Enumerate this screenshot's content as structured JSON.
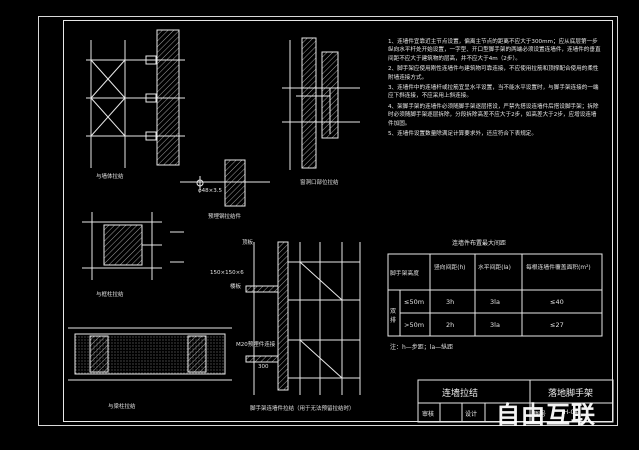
{
  "notes": [
    "1、连墙件宜靠近主节点设置，偏离主节点的距离不应大于300mm；应从底层第一步纵向水平杆处开始设置，一字型、开口型脚手架的两端必须设置连墙件，连墙件的垂直间距不应大于建筑物的层高，并不应大于4m（2步）。",
    "2、脚手架应使用刚性连墙件与建筑物可靠连接，不应使用拉筋和顶撑配合使用的柔性附墙连接方式。",
    "3、连墙件中的连墙杆或拉筋宜呈水平设置，当不能水平设置时，与脚手架连接的一端应下斜连接，不应采用上斜连接。",
    "4、架脚手架的连墙件必须随脚手架逐层搭设，严禁先搭设连墙件后搭设脚手架；拆除时必须随脚手架逐层拆除，分段拆除高差不应大于2步，如高差大于2步，应增设连墙件加固。",
    "5、连墙件设置数量除满足计算要求外，还应符合下表规定。"
  ],
  "labels": {
    "wall_tie_1": "与墙体拉结",
    "wall_tie_2": "窗洞口部位拉结",
    "pipe": "φ48×3.5",
    "cast_wall": "预埋钢拉结件",
    "slab_1": "顶板",
    "slab_2": "楼板",
    "size": "150×150×6",
    "pillar_tie": "与框柱拉结",
    "beam_tie": "与梁柱拉结",
    "embed": "M20预埋件连接",
    "dim": "300",
    "bottom_caption": "脚手架连墙件拉结（用于无法预留拉结时）"
  },
  "table": {
    "title": "连墙件布置最大间距",
    "headers": [
      "脚手架高度",
      "竖向间距(h)",
      "水平间距(la)",
      "每根连墙件覆盖面积(m²)"
    ],
    "group_label": "双排",
    "rows": [
      {
        "height": "≤50m",
        "v": "3h",
        "hz": "3la",
        "area": "≤40"
      },
      {
        "height": ">50m",
        "v": "2h",
        "hz": "3la",
        "area": "≤27"
      }
    ],
    "note": "注：h—步距；la—纵距"
  },
  "title_block": {
    "name": "连墙拉结",
    "category": "落地脚手架",
    "review": "审核",
    "design": "设计",
    "drawing_label": "图号",
    "drawing_no": "JH-04"
  },
  "watermark": "自由互联",
  "colors": {
    "background": "#000000",
    "lines": "#e8e8e8",
    "hatch": "#c8c8c8"
  }
}
